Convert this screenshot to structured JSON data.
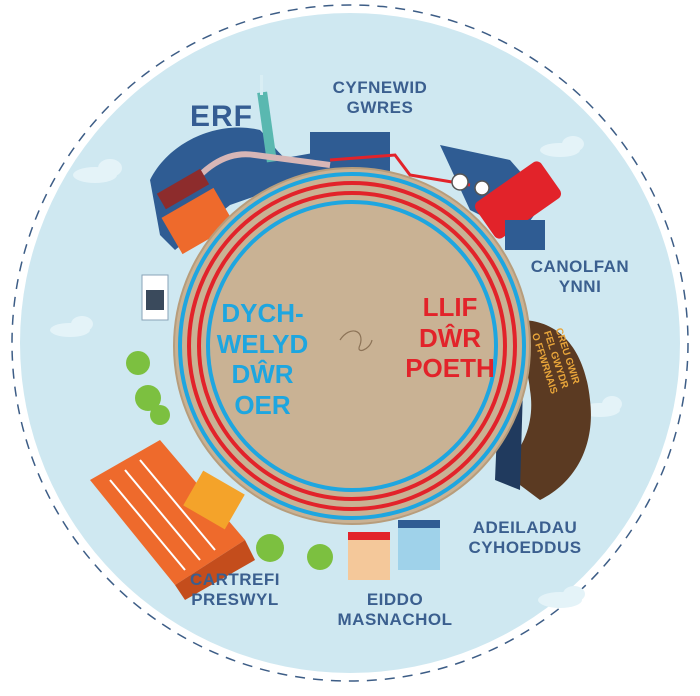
{
  "colors": {
    "outer_bg": "#cfe8f1",
    "dashed_ring": "#3d5d86",
    "ground": "#c9b294",
    "hot_pipe": "#e2232a",
    "cold_pipe": "#1ea6e0",
    "label": "#3b5f8f",
    "hot_text": "#e2232a",
    "cold_text": "#1ea6e0",
    "sign": "#5b3a22",
    "sign_text": "#e8a53a"
  },
  "labels": {
    "erf": "ERF",
    "heat_exchange": "CYFNEWID\nGWRES",
    "energy_centre": "CANOLFAN\nYNNI",
    "public_buildings": "ADEILADAU\nCYHOEDDUS",
    "commercial": "EIDDO\nMASNACHOL",
    "residential": "CARTREFI\nPRESWYL"
  },
  "center": {
    "cold_return": "DYCH-\nWELYD\nDŴR\nOER",
    "hot_flow": "LLIF\nDŴR\nPOETH"
  },
  "sign_lines": [
    "CREU GWIR",
    "FEL GWYDR",
    "O FFWRNAIS"
  ],
  "icons": [
    "chimney-icon",
    "truck-icon",
    "heat-exchanger-icon",
    "pressure-gauge-icon",
    "energy-centre-icon",
    "tree-icon",
    "shop-icon",
    "apartment-icon"
  ]
}
